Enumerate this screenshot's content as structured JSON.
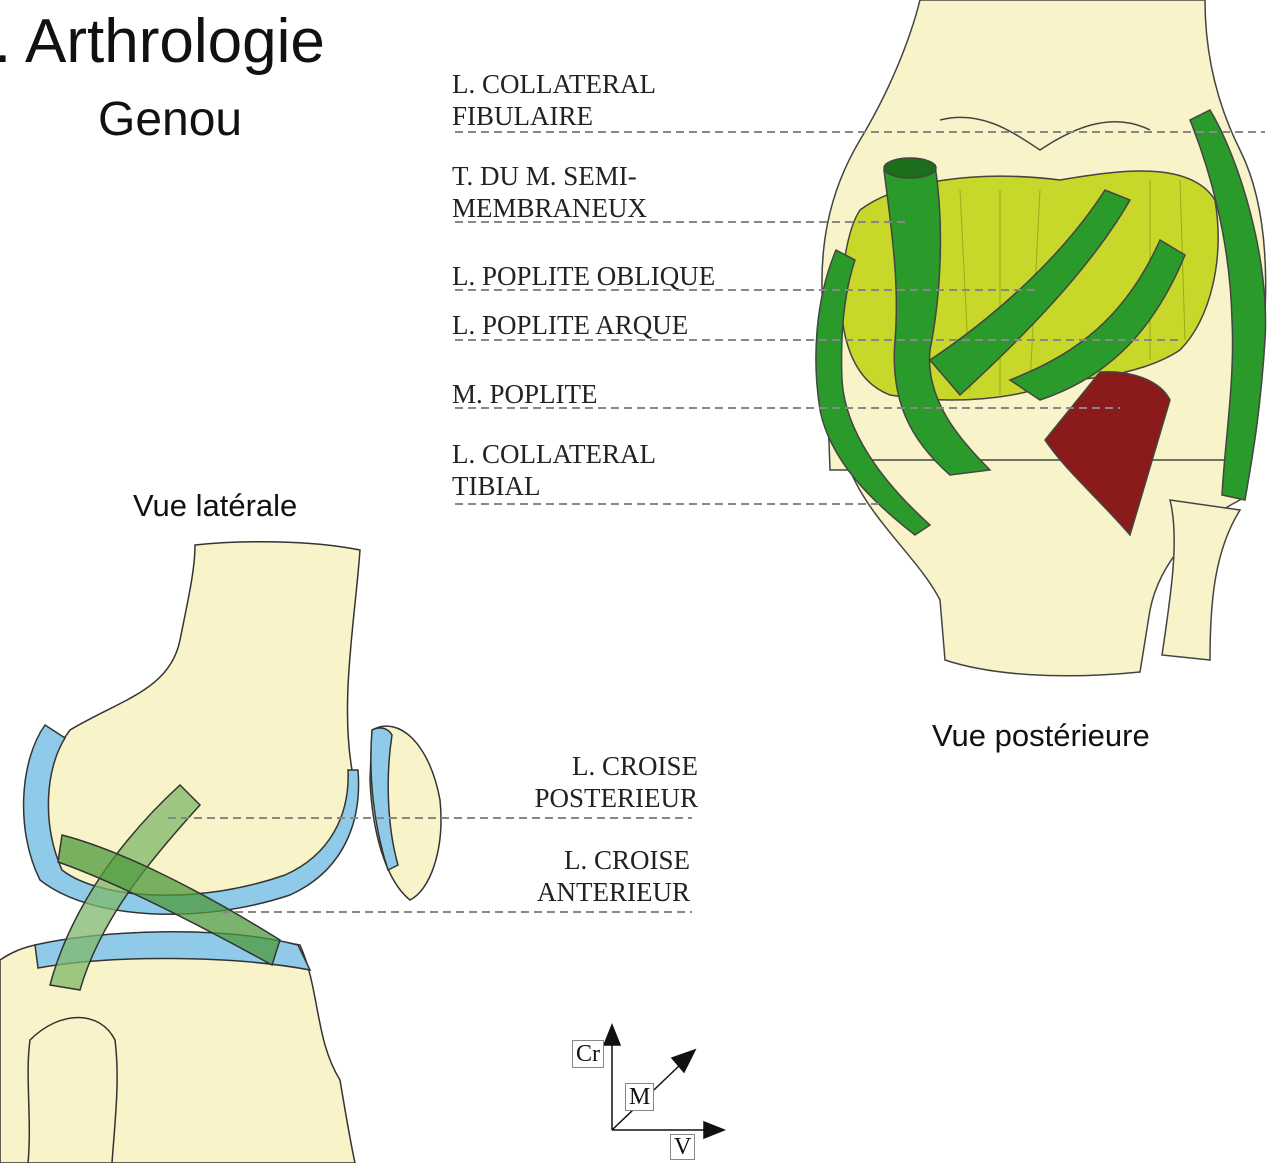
{
  "slide": {
    "title": ". Arthrologie",
    "subtitle": "Genou"
  },
  "posterior_view": {
    "caption": "Vue postérieure",
    "labels": [
      {
        "line1": "L. COLLATERAL",
        "line2": "FIBULAIRE"
      },
      {
        "line1": "T. DU M. SEMI-",
        "line2": "MEMBRANEUX"
      },
      {
        "line1": "L. POPLITE OBLIQUE",
        "line2": ""
      },
      {
        "line1": "L. POPLITE ARQUE",
        "line2": ""
      },
      {
        "line1": "M. POPLITE",
        "line2": ""
      },
      {
        "line1": "L. COLLATERAL",
        "line2": "TIBIAL"
      }
    ]
  },
  "lateral_view": {
    "caption": "Vue latérale",
    "labels": [
      {
        "line1": "L. CROISE",
        "line2": "POSTERIEUR"
      },
      {
        "line1": "L. CROISE",
        "line2": "ANTERIEUR"
      }
    ]
  },
  "orientation": {
    "cranial": "Cr",
    "medial": "M",
    "ventral": "V"
  },
  "colors": {
    "bone": "#f8f3c8",
    "capsule": "#c8d82a",
    "ligament": "#2a9b2a",
    "muscle": "#8b1a1a",
    "cartilage": "#8fcbe8",
    "cruciate": "#7fb86a"
  }
}
